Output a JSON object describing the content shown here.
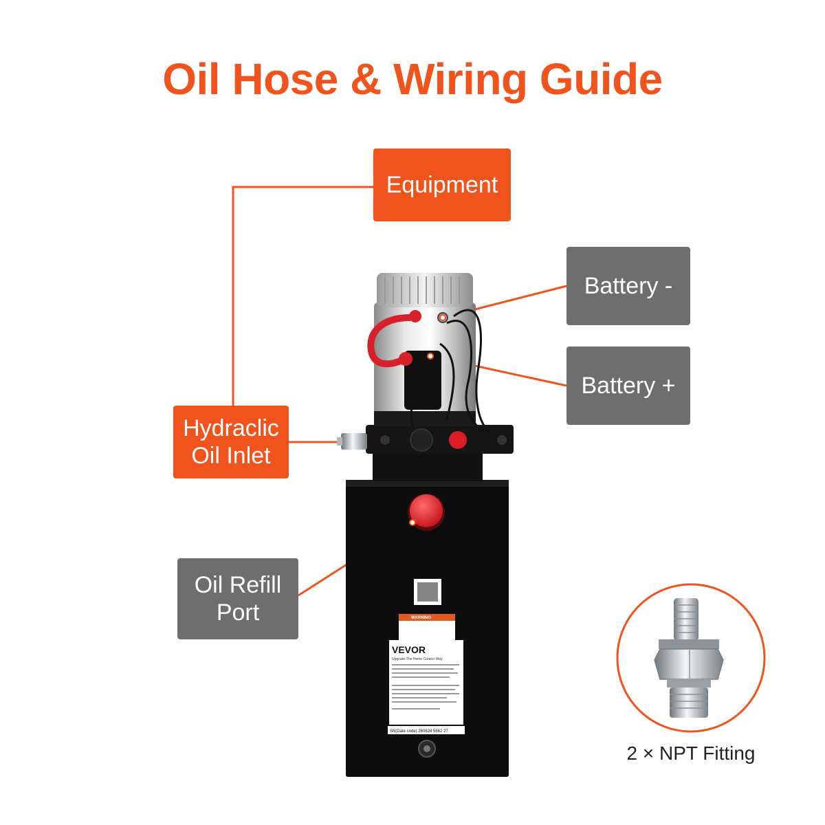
{
  "title": "Oil Hose & Wiring Guide",
  "colors": {
    "accent": "#f0531c",
    "label_gray": "#6e6e6e",
    "tank": "#0d0d0d",
    "cap_red": "#e8232a"
  },
  "labels": {
    "equipment": "Equipment",
    "battery_negative": "Battery -",
    "battery_positive": "Battery +",
    "hydraulic_inlet_line1": "Hydraclic",
    "hydraulic_inlet_line2": "Oil Inlet",
    "oil_refill_line1": "Oil Refill",
    "oil_refill_line2": "Port"
  },
  "fitting_caption": "2 × NPT Fitting",
  "product_label": {
    "brand": "VEVOR",
    "tagline": "Upgrade-The Home Creator Way",
    "warning": "WARNING",
    "serial": "SN(Date code) 260624 5662 27"
  }
}
